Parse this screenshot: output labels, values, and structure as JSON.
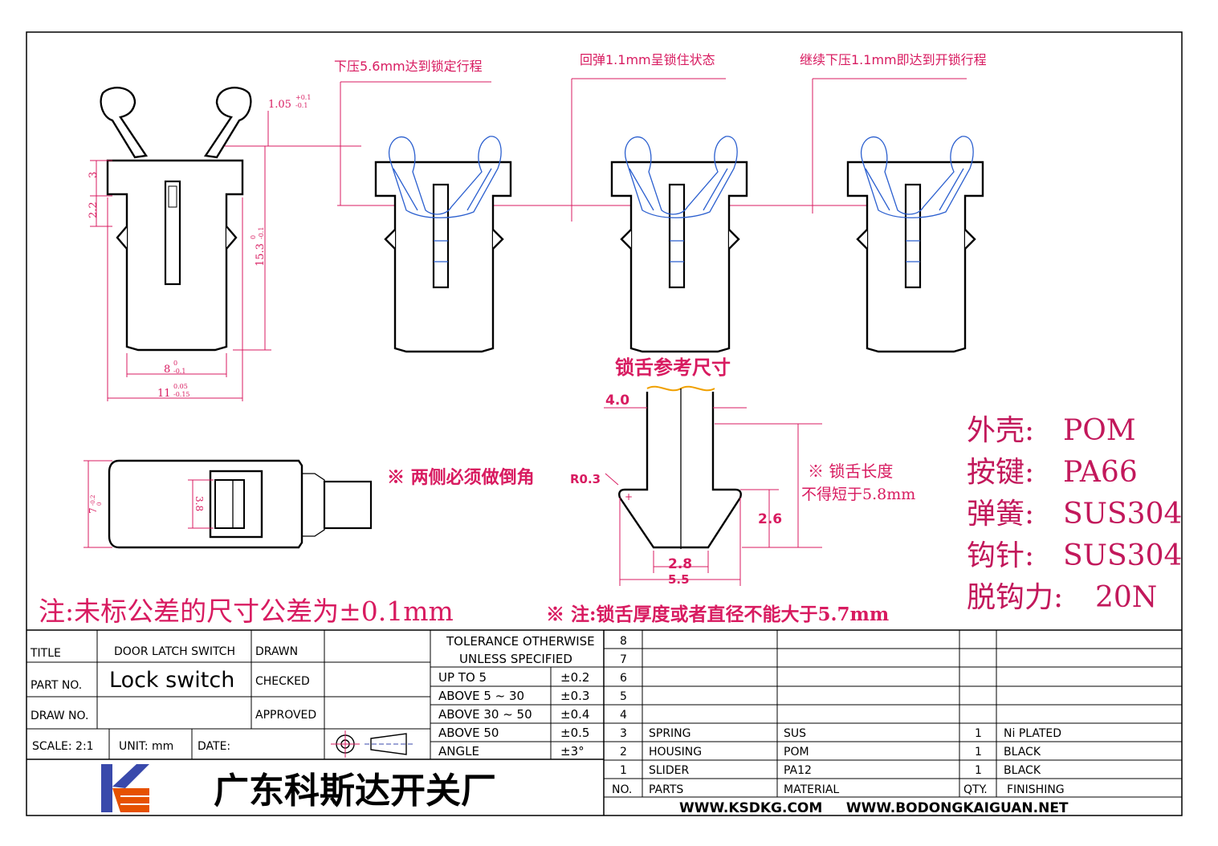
{
  "callouts": {
    "press_down": "下压5.6mm达到锁定行程",
    "rebound": "回弹1.1mm呈锁住状态",
    "continue_press": "继续下压1.1mm即达到开锁行程"
  },
  "dims": {
    "d105": "1.05",
    "d105_tol": "+0.1",
    "d105_tol2": "-0.1",
    "d3": "3",
    "d22": "2.2",
    "d153": "15.3",
    "d153_tol": "0",
    "d153_tol2": "-0.1",
    "d8": "8",
    "d8_tol": "0",
    "d8_tol2": "-0.1",
    "d11": "11",
    "d11_tol": "0.05",
    "d11_tol2": "-0.15",
    "d7": "7",
    "d7_tol": "0",
    "d7_tol2": "-0.2",
    "d38": "3.8"
  },
  "tongue": {
    "title": "锁舌参考尺寸",
    "chamfer_note": "※ 两侧必须做倒角",
    "chamfer_r": "R0.3",
    "d40": "4.0",
    "d26": "2.6",
    "d28": "2.8",
    "d55": "5.5",
    "len_note1": "※ 锁舌长度",
    "len_note2": "不得短于5.8mm"
  },
  "materials": [
    {
      "label": "外壳:",
      "value": "POM"
    },
    {
      "label": "按键:",
      "value": "PA66"
    },
    {
      "label": "弹簧:",
      "value": "SUS304"
    },
    {
      "label": "钩针:",
      "value": "SUS304"
    },
    {
      "label": "脱钩力:",
      "value": "20N"
    }
  ],
  "notes": {
    "tolerance": "注:未标公差的尺寸公差为±0.1mm",
    "thickness": "※ 注:锁舌厚度或者直径不能大于5.7mm"
  },
  "title_block": {
    "title_label": "TITLE",
    "title_value": "DOOR  LATCH  SWITCH",
    "part_label": "PART  NO.",
    "part_value": "Lock switch",
    "draw_label": "DRAW  NO.",
    "drawn": "DRAWN",
    "checked": "CHECKED",
    "approved": "APPROVED",
    "scale": "SCALE:  2:1",
    "unit": "UNIT:  mm",
    "date": "DATE:",
    "company": "广东科斯达开关厂",
    "web": "WWW.KSDKG.COM     WWW.BODONGKAIGUAN.NET"
  },
  "tolerance_table": {
    "header1": "TOLERANCE  OTHERWISE",
    "header2": "UNLESS  SPECIFIED",
    "rows": [
      {
        "range": "UP  TO  5",
        "tol": "±0.2"
      },
      {
        "range": "ABOVE  5 ~ 30",
        "tol": "±0.3"
      },
      {
        "range": "ABOVE  30 ~ 50",
        "tol": "±0.4"
      },
      {
        "range": "ABOVE  50",
        "tol": "±0.5"
      },
      {
        "range": "ANGLE",
        "tol": "±3°"
      }
    ]
  },
  "bom": {
    "header": {
      "no": "NO.",
      "parts": "PARTS",
      "material": "MATERIAL",
      "qty": "QTY.",
      "finishing": "FINISHING"
    },
    "rows": [
      {
        "no": "8",
        "parts": "",
        "material": "",
        "qty": "",
        "finishing": ""
      },
      {
        "no": "7",
        "parts": "",
        "material": "",
        "qty": "",
        "finishing": ""
      },
      {
        "no": "6",
        "parts": "",
        "material": "",
        "qty": "",
        "finishing": ""
      },
      {
        "no": "5",
        "parts": "",
        "material": "",
        "qty": "",
        "finishing": ""
      },
      {
        "no": "4",
        "parts": "",
        "material": "",
        "qty": "",
        "finishing": ""
      },
      {
        "no": "3",
        "parts": "SPRING",
        "material": "SUS",
        "qty": "1",
        "finishing": "Ni  PLATED"
      },
      {
        "no": "2",
        "parts": "HOUSING",
        "material": "POM",
        "qty": "1",
        "finishing": "BLACK"
      },
      {
        "no": "1",
        "parts": "SLIDER",
        "material": "PA12",
        "qty": "1",
        "finishing": "BLACK"
      }
    ]
  }
}
